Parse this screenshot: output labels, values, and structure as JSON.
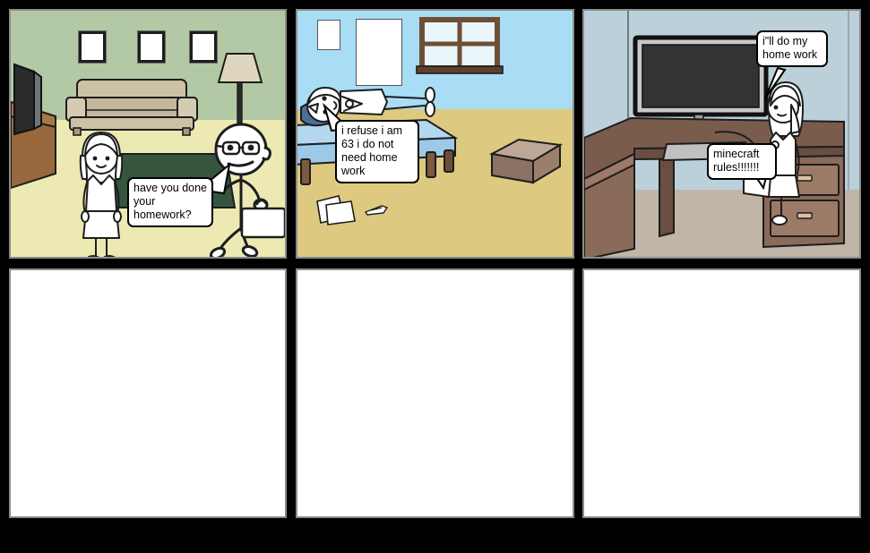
{
  "storyboard": {
    "title": "Homework storyboard",
    "layout": {
      "columns": 3,
      "rows": 2,
      "background_color": "#000000"
    },
    "panels": [
      {
        "id": "panel-1",
        "index": 1,
        "row": 1,
        "scene_name": "living-room",
        "description": "Living room with TV, couch, floor lamp, rug and three wall frames",
        "colors": {
          "wall": "#b3c8a4",
          "floor": "#ece9b2",
          "couch": "#cdc2a6",
          "rug": "#35553f",
          "wood": "#97693d",
          "tv": "#2b2b2b",
          "lamp": "#ded6bd"
        },
        "characters": [
          {
            "name": "mother",
            "type": "girl-stick-figure"
          },
          {
            "name": "father",
            "type": "man-stick-figure-with-glasses-and-briefcase"
          }
        ],
        "bubbles": [
          {
            "name": "dad-question-bubble",
            "speaker": "father",
            "text": "have you done your homework?"
          }
        ]
      },
      {
        "id": "panel-2",
        "index": 2,
        "row": 1,
        "scene_name": "bedroom",
        "description": "Bedroom with window, bed, pillow, cardboard box, papers and pencil on the floor",
        "colors": {
          "wall": "#a8ddf5",
          "floor": "#ddc97f",
          "bed": "#9ec8e8",
          "bed_top": "#b3d7ef",
          "pillow": "#4b6f96",
          "wood": "#6e4e36",
          "box": "#9a7f6d",
          "window_glass": "#eaf6fb"
        },
        "characters": [
          {
            "name": "kid-in-bed",
            "type": "stick-figure-lying-down"
          }
        ],
        "bubbles": [
          {
            "name": "kid-refusal-bubble",
            "speaker": "kid-in-bed",
            "text": "i refuse i am 63 i do not need home work"
          }
        ]
      },
      {
        "id": "panel-3",
        "index": 3,
        "row": 1,
        "scene_name": "computer-desk",
        "description": "Corner desk with monitor, keyboard, mouse and drawers; girl standing by the desk",
        "colors": {
          "wall": "#bcd0da",
          "floor": "#c0b5a6",
          "desk": "#7a5c4d",
          "desk_front": "#8a6a59",
          "drawer": "#9c7a67",
          "monitor_frame": "#c9c9c9",
          "monitor_screen": "#333333",
          "keyboard": "#c0c0c0"
        },
        "characters": [
          {
            "name": "girl-at-desk",
            "type": "girl-stick-figure"
          }
        ],
        "bubbles": [
          {
            "name": "girl-homework-bubble",
            "speaker": "girl-at-desk",
            "text": "i\"ll do my home work"
          },
          {
            "name": "girl-minecraft-bubble",
            "speaker": "girl-at-desk",
            "text": "minecraft rules!!!!!!!"
          }
        ]
      },
      {
        "id": "panel-4",
        "index": 4,
        "row": 2,
        "scene_name": "empty-panel",
        "description": "Empty white panel",
        "bubbles": []
      },
      {
        "id": "panel-5",
        "index": 5,
        "row": 2,
        "scene_name": "empty-panel",
        "description": "Empty white panel",
        "bubbles": []
      },
      {
        "id": "panel-6",
        "index": 6,
        "row": 2,
        "scene_name": "empty-panel",
        "description": "Empty white panel",
        "bubbles": []
      }
    ]
  }
}
